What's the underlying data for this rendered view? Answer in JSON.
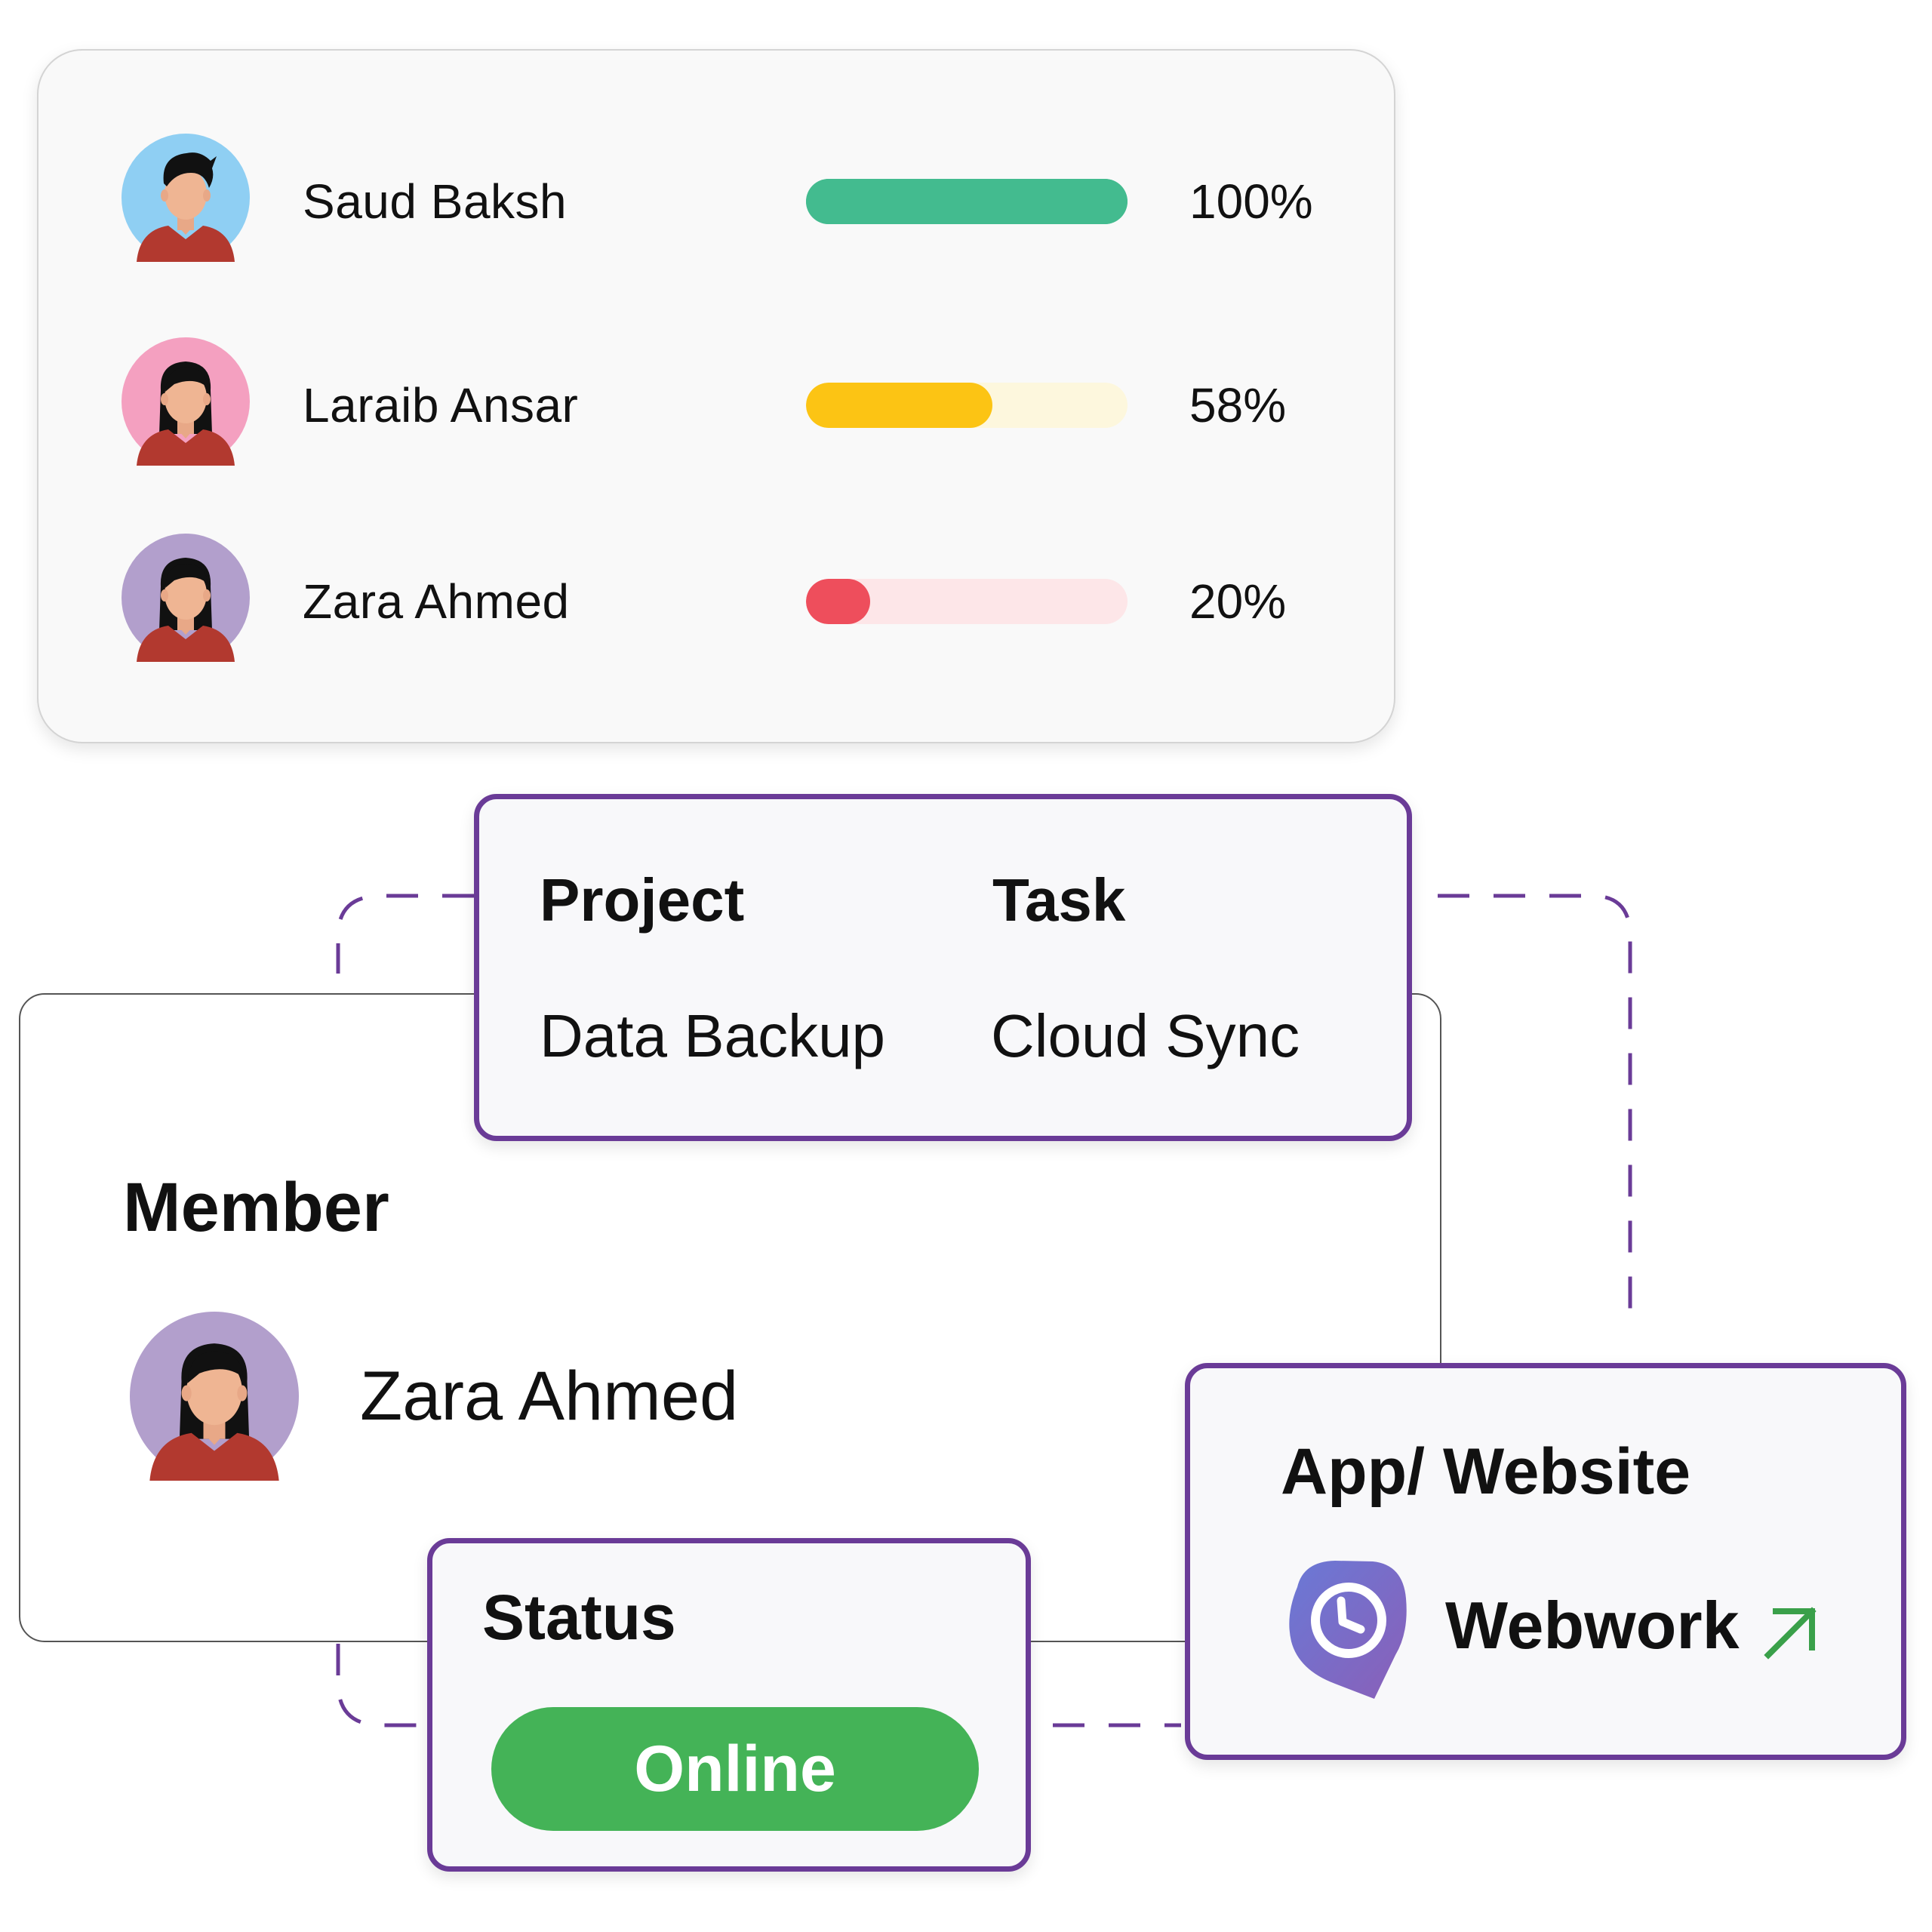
{
  "team_progress": [
    {
      "name": "Saud Baksh",
      "percent_label": "100%",
      "progress": 1.0,
      "bar_color": "#43bb8f",
      "track_color": "#43bb8f",
      "avatar": "male-avatar",
      "avatar_bg": "#8fcff3"
    },
    {
      "name": "Laraib Ansar",
      "percent_label": "58%",
      "progress": 0.58,
      "bar_color": "#fcc414",
      "track_color": "#fdf7dd",
      "avatar": "female-avatar",
      "avatar_bg": "#f4a0c0"
    },
    {
      "name": "Zara Ahmed",
      "percent_label": "20%",
      "progress": 0.2,
      "bar_color": "#ee4e5c",
      "track_color": "#fde6e8",
      "avatar": "female-avatar",
      "avatar_bg": "#b29fcc"
    }
  ],
  "project_card": {
    "project_label": "Project",
    "task_label": "Task",
    "project_value": "Data Backup",
    "task_value": "Cloud Sync"
  },
  "member_card": {
    "title": "Member",
    "member_name": "Zara Ahmed",
    "avatar": "female-avatar",
    "avatar_bg": "#b29fcc"
  },
  "status_card": {
    "title": "Status",
    "status": "Online",
    "status_color": "#44b357"
  },
  "app_card": {
    "title": "App/ Website",
    "app_name": "Webwork",
    "app_icon": "webwork-clock-pin-icon",
    "link_icon": "external-link-arrow-icon",
    "link_color": "#3aa04a"
  },
  "colors": {
    "card_border_purple": "#6a3b97",
    "dashed_connector": "#6a3b97"
  }
}
